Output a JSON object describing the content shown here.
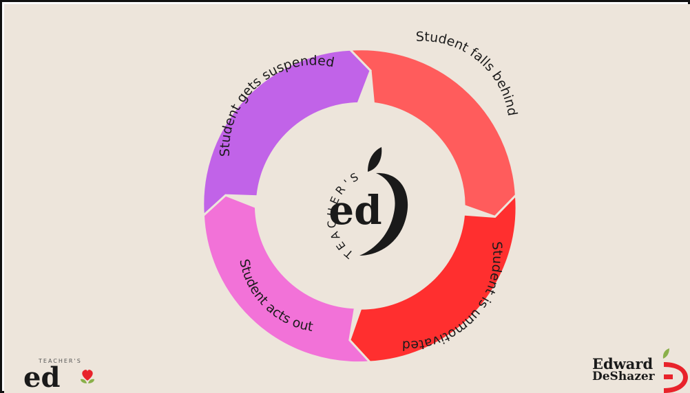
{
  "cycle": {
    "segments": [
      {
        "label": "Student falls behind",
        "color": "#ff5c5c"
      },
      {
        "label": "Student is unmotivated",
        "color": "#ff2f2f"
      },
      {
        "label": "Student acts out",
        "color": "#f272d8"
      },
      {
        "label": "Student gets suspended",
        "color": "#c163e8"
      }
    ]
  },
  "center_logo": {
    "arc_text": "TEACHER'S",
    "main_text": "ed"
  },
  "brand_left": {
    "small_text": "TEACHER'S",
    "main_text": "ed"
  },
  "brand_right": {
    "line1": "Edward",
    "line2": "DeShazer"
  },
  "colors": {
    "background": "#ede5db",
    "logo_dark": "#1a1a1a",
    "leaf_green": "#8ab04a",
    "accent_red": "#e8232b"
  }
}
